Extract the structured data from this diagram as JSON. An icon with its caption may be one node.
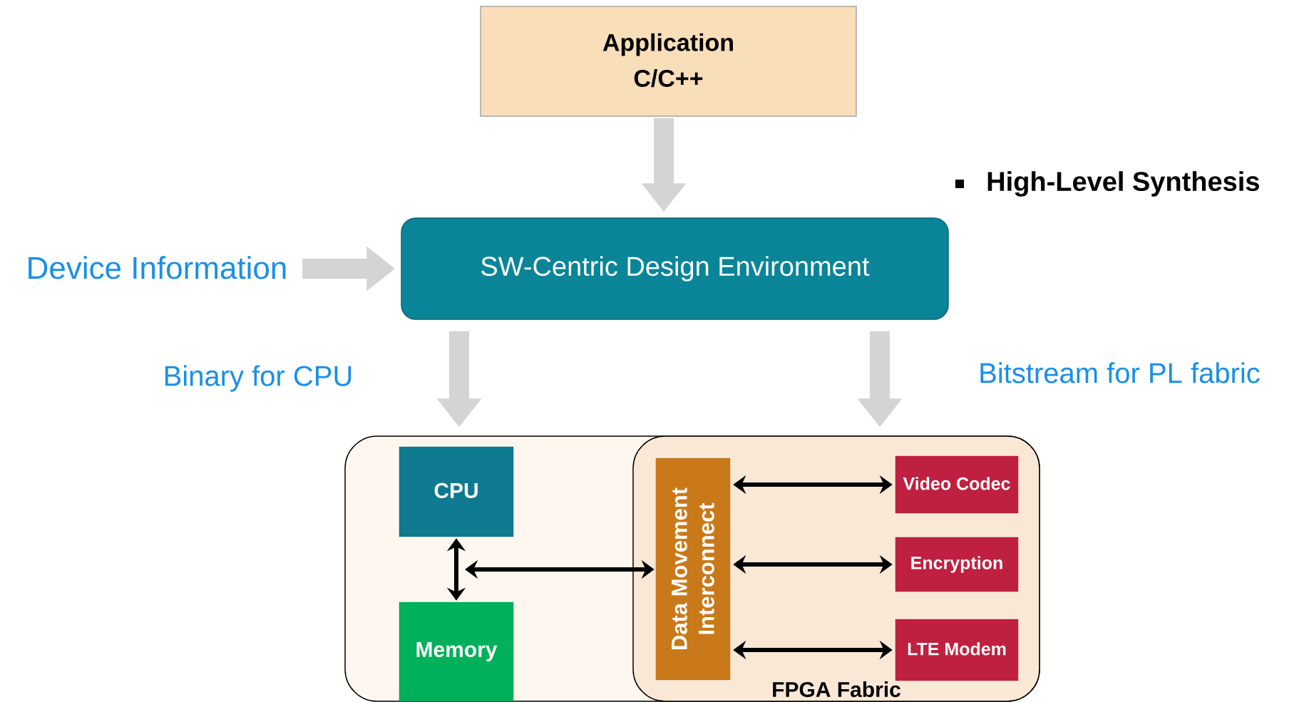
{
  "diagram": {
    "nodes": [
      {
        "text": [
          "Application",
          "C/C++"
        ]
      },
      {
        "text": [
          "SW-Centric Design Environment"
        ]
      },
      {
        "text": [
          "Device Information"
        ]
      },
      {
        "text": [],
        "shape": "box"
      },
      {
        "text": [
          "FPGA Fabric"
        ],
        "in": 3
      },
      {
        "text": [
          "CPU"
        ],
        "in": 3
      },
      {
        "text": [
          "Memory"
        ],
        "in": 3
      },
      {
        "text": [
          "Data Movement Interconnect"
        ],
        "in": 4
      },
      {
        "text": [
          "Video Codec"
        ],
        "in": 4
      },
      {
        "text": [
          "Encryption"
        ],
        "in": 4
      },
      {
        "text": [
          "LTE Modem"
        ],
        "in": 4
      }
    ],
    "edges": [
      {
        "from": 0,
        "to": 1,
        "arrow": "to",
        "style": "thick",
        "color": "#d4d4d4"
      },
      {
        "from": 2,
        "to": 1,
        "arrow": "to",
        "style": "thick",
        "color": "#d4d4d4"
      },
      {
        "from": 1,
        "to": 3,
        "arrow": "to",
        "style": "thick",
        "color": "#d4d4d4",
        "label": "Binary for CPU"
      },
      {
        "from": 1,
        "to": 4,
        "arrow": "to",
        "style": "thick",
        "color": "#d4d4d4",
        "label": "Bitstream for PL fabric"
      },
      {
        "from": 5,
        "to": 6,
        "arrow": "both"
      },
      {
        "from": null,
        "to": 7,
        "arrow": "both"
      },
      {
        "from": 7,
        "to": 8,
        "arrow": "both"
      },
      {
        "from": 7,
        "to": 9,
        "arrow": "both"
      },
      {
        "from": 7,
        "to": 10,
        "arrow": "both"
      }
    ],
    "labels": [
      "High-Level Synthesis"
    ]
  }
}
